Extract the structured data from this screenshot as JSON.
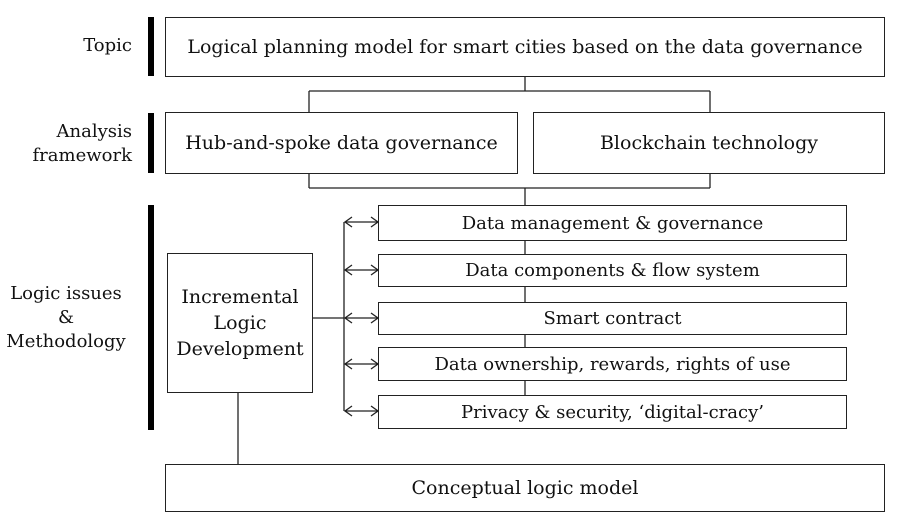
{
  "labels": {
    "topic": "Topic",
    "analysis": [
      "Analysis",
      "framework"
    ],
    "logic": [
      "Logic issues",
      "&",
      "Methodology"
    ]
  },
  "topic_box": "Logical planning model for smart cities based on the data governance",
  "framework": {
    "left": "Hub-and-spoke data governance",
    "right": "Blockchain technology"
  },
  "incremental": [
    "Incremental",
    "Logic",
    "Development"
  ],
  "issues": [
    "Data management & governance",
    "Data components & flow system",
    "Smart contract",
    "Data ownership, rewards, rights of use",
    "Privacy & security, ‘digital-cracy’"
  ],
  "conceptual": "Conceptual logic model",
  "colors": {
    "line": "#222222",
    "bar": "#000000",
    "text": "#111111",
    "background": "#ffffff"
  }
}
